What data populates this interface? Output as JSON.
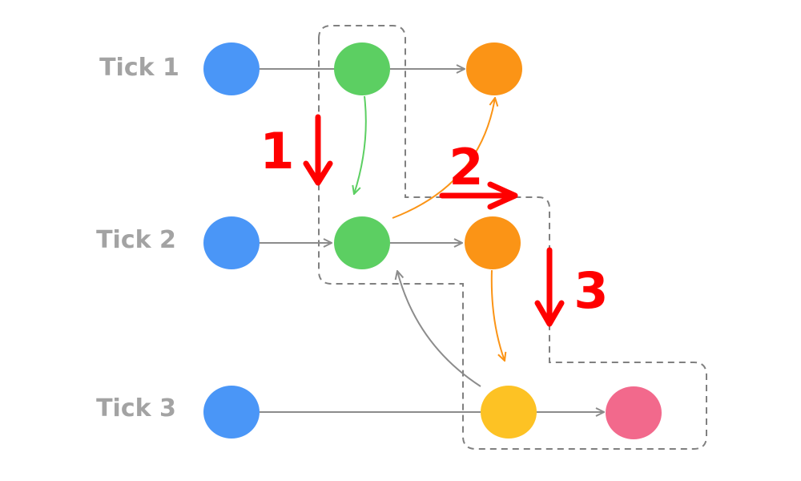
{
  "rows": [
    {
      "label": "Tick 1"
    },
    {
      "label": "Tick 2"
    },
    {
      "label": "Tick 3"
    }
  ],
  "steps": [
    "1",
    "2",
    "3"
  ],
  "colors": {
    "blue": "#4a96f7",
    "green": "#5ccf62",
    "orange": "#fb9416",
    "yellow": "#fdc224",
    "pink": "#f2698c",
    "gray_edge": "#8c8c8c",
    "dashed": "#808080",
    "red": "#ff0000",
    "label": "#a3a3a3"
  }
}
